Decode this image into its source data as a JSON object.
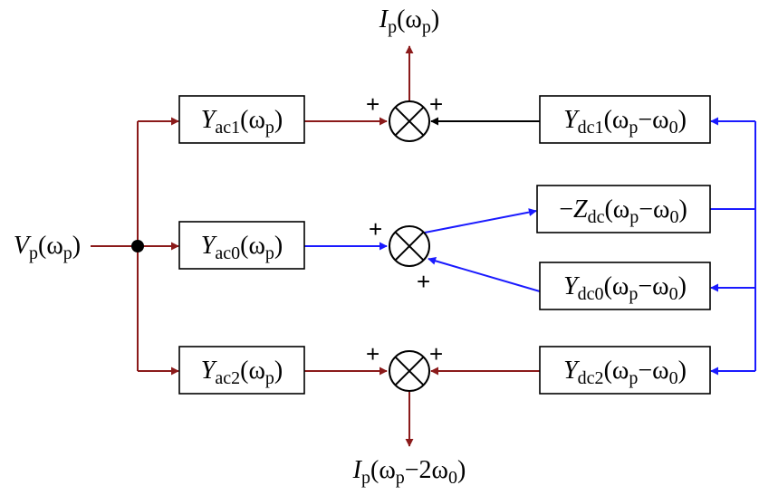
{
  "diagram": {
    "colors": {
      "red_path": "#8b1a1a",
      "blue_path": "#1a1aff",
      "black_path": "#000000"
    },
    "input": {
      "symbol": "V",
      "sub": "p",
      "arg": "(ω",
      "arg_sub": "p",
      "close": ")"
    },
    "output_top": {
      "symbol": "I",
      "sub": "p",
      "arg": "(ω",
      "arg_sub": "p",
      "close": ")"
    },
    "output_bottom": {
      "symbol": "I",
      "sub": "p",
      "arg": "(ω",
      "arg_sub": "p",
      "arg_tail": "−2ω",
      "tail_sub": "0",
      "close": ")"
    },
    "blocks": {
      "yac1": {
        "symbol": "Y",
        "sub": "ac1",
        "arg": "(ω",
        "arg_sub": "p",
        "close": ")"
      },
      "yac0": {
        "symbol": "Y",
        "sub": "ac0",
        "arg": "(ω",
        "arg_sub": "p",
        "close": ")"
      },
      "yac2": {
        "symbol": "Y",
        "sub": "ac2",
        "arg": "(ω",
        "arg_sub": "p",
        "close": ")"
      },
      "ydc1": {
        "symbol": "Y",
        "sub": "dc1",
        "arg": "(ω",
        "arg_sub": "p",
        "arg_tail": "−ω",
        "tail_sub": "0",
        "close": ")"
      },
      "zdc": {
        "prefix": "−",
        "symbol": "Z",
        "sub": "dc",
        "arg": "(ω",
        "arg_sub": "p",
        "arg_tail": "−ω",
        "tail_sub": "0",
        "close": ")"
      },
      "ydc0": {
        "symbol": "Y",
        "sub": "dc0",
        "arg": "(ω",
        "arg_sub": "p",
        "arg_tail": "−ω",
        "tail_sub": "0",
        "close": ")"
      },
      "ydc2": {
        "symbol": "Y",
        "sub": "dc2",
        "arg": "(ω",
        "arg_sub": "p",
        "arg_tail": "−ω",
        "tail_sub": "0",
        "close": ")"
      }
    },
    "signs": {
      "top_left": "+",
      "top_right": "+",
      "mid_left": "+",
      "mid_bottom": "+",
      "bot_left": "+",
      "bot_right": "+"
    }
  }
}
